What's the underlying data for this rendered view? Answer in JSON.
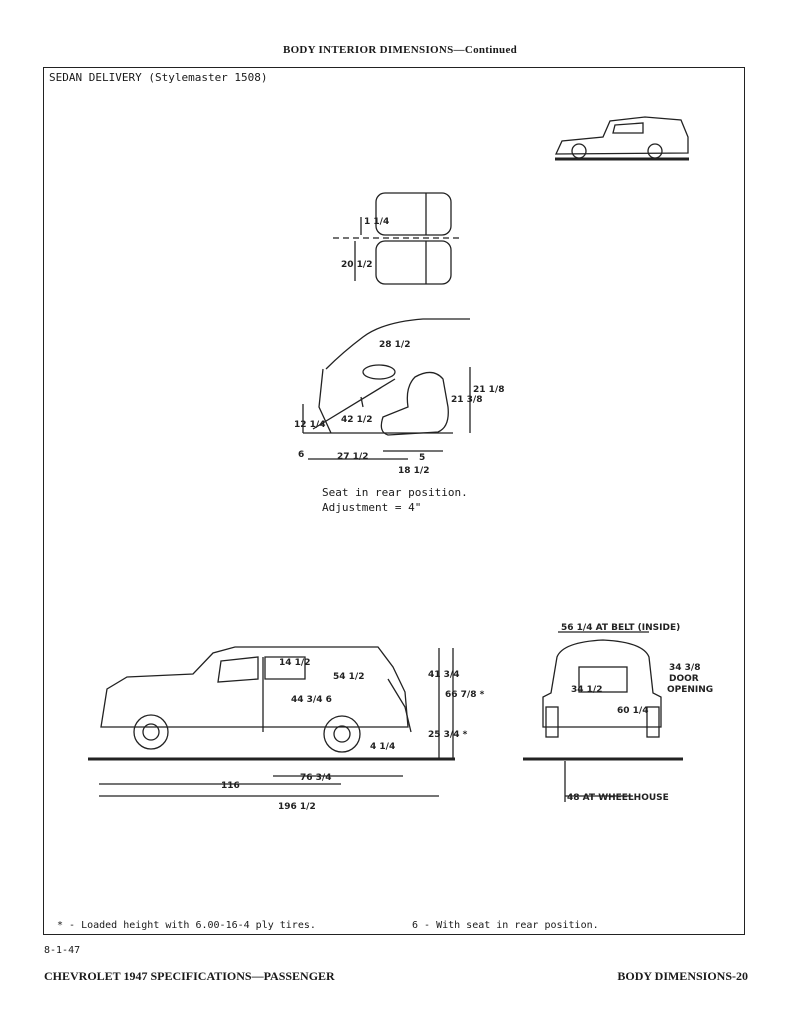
{
  "header": {
    "title": "BODY INTERIOR DIMENSIONS—Continued"
  },
  "model": {
    "label": "SEDAN DELIVERY (Stylemaster 1508)"
  },
  "seat_note": {
    "line1": "Seat in rear position.",
    "line2": "Adjustment = 4\""
  },
  "dimensions": {
    "seat_offset": "1 1/4",
    "seat_width": "20 1/2",
    "headroom": "28 1/2",
    "legroom": "42 1/2",
    "seat_height": "21 3/8",
    "back_height": "21 1/8",
    "pedal": "27 1/2",
    "cushion": "18 1/2",
    "five": "5",
    "ground": "6",
    "cowl": "12 1/4",
    "wheel_sw": "14 1/2",
    "side_ht": "54 1/2",
    "belt_inside": "56 1/4 AT BELT (INSIDE)",
    "height": "41 3/4",
    "overall_height": "66 7/8 *",
    "floor_ht": "25 3/4 *",
    "door_opening": "34 3/8",
    "door_label_1": "DOOR",
    "door_label_2": "OPENING",
    "rear_width": "60 1/4",
    "cargo": "34 1/2",
    "mid": "44 3/4 6",
    "overhang": "4 1/4",
    "rear_length": "76 3/4",
    "wheelbase": "116",
    "overall_length": "196 1/2",
    "wheelhouse": "48 AT WHEELHOUSE"
  },
  "footnotes": {
    "loaded": "* - Loaded height with 6.00-16-4 ply tires.",
    "seat": "6 - With seat in rear position."
  },
  "date": "8-1-47",
  "footer": {
    "left": "CHEVROLET 1947 SPECIFICATIONS—PASSENGER",
    "right": "BODY DIMENSIONS-20"
  }
}
